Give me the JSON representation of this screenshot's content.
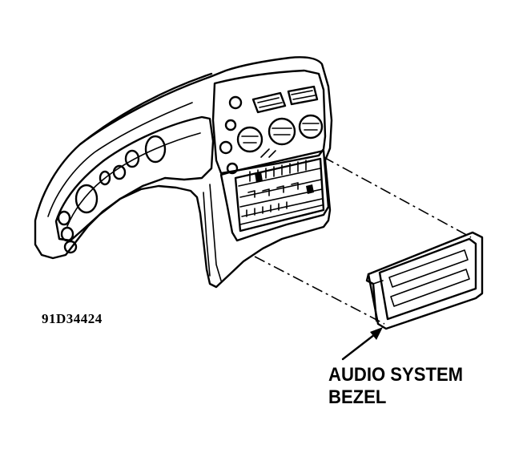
{
  "figure": {
    "code": "91D34424",
    "callout": {
      "line1": "AUDIO SYSTEM",
      "line2": "BEZEL"
    }
  },
  "colors": {
    "ink": "#000000",
    "paper": "#ffffff"
  },
  "icons": {
    "pointer": "arrow-icon"
  }
}
